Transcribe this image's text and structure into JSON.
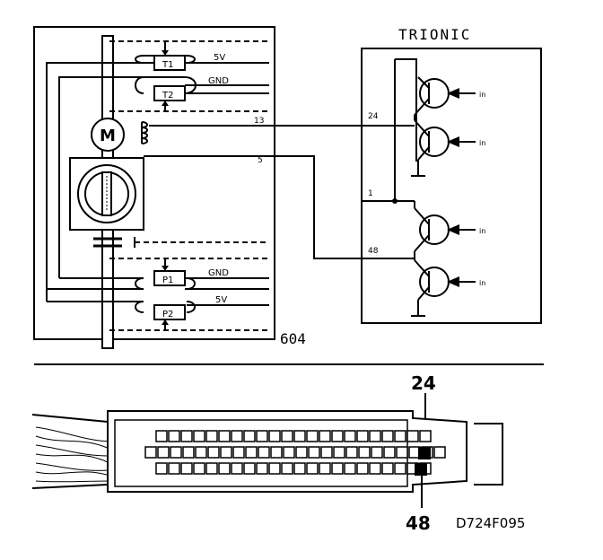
{
  "ecu_title": "TRIONIC",
  "throttle_unit_ref": "604",
  "drawing_code": "D724F095",
  "pins": {
    "p24": "24",
    "p48": "48",
    "p1": "1",
    "p5": "5",
    "p13": "13"
  },
  "components": {
    "t1": "T1",
    "t2": "T2",
    "p1": "P1",
    "p2": "P2",
    "motor": "M"
  },
  "labels": {
    "fivev_top": "5V",
    "gnd_top": "GND",
    "gnd_bottom": "GND",
    "fivev_bottom": "5V"
  },
  "transistor_inputs": [
    "in",
    "in",
    "in",
    "in"
  ],
  "connector_callouts": {
    "top": "24",
    "bottom": "48"
  }
}
